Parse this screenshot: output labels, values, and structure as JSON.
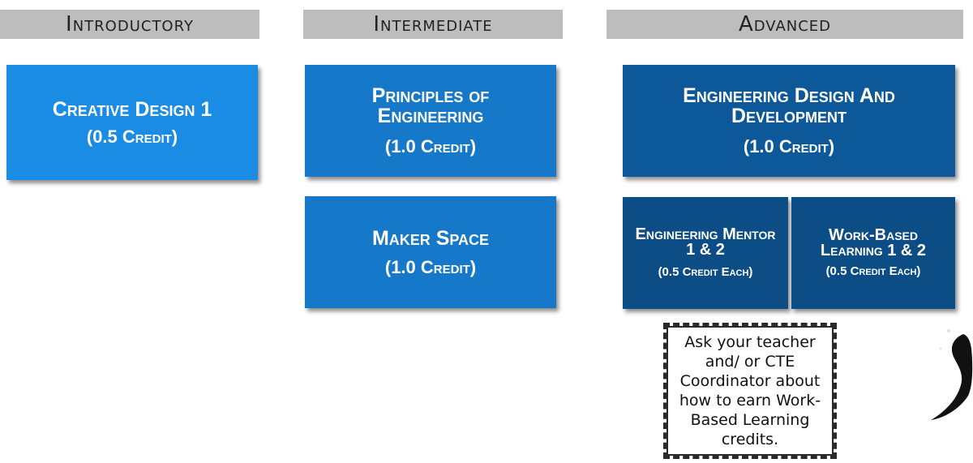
{
  "columns": [
    {
      "header": "Introductory"
    },
    {
      "header": "Intermediate"
    },
    {
      "header": "Advanced"
    }
  ],
  "courses": {
    "creative_design": {
      "title": "Creative Design 1",
      "credit": "(0.5 Credit)"
    },
    "principles": {
      "title": "Principles of Engineering",
      "credit": "(1.0 Credit)"
    },
    "maker_space": {
      "title": "Maker Space",
      "credit": "(1.0 Credit)"
    },
    "edd": {
      "title": "Engineering Design And Development",
      "credit": "(1.0 Credit)"
    },
    "mentor": {
      "title": "Engineering Mentor 1 & 2",
      "credit": "(0.5 Credit Each)"
    },
    "wbl": {
      "title": "Work-Based Learning 1 & 2",
      "credit": "(0.5 Credit Each)"
    }
  },
  "note": {
    "text": "Ask your teacher and/ or CTE Coordinator about how to earn Work-Based Learning credits."
  },
  "colors": {
    "header_bg": "#bdbdbd",
    "box_light": "#1a8ce4",
    "box_mid": "#1578c8",
    "box_dark": "#0d5898",
    "box_darker": "#0c4d86"
  },
  "icons": {
    "decoration": "ink-brush-icon"
  }
}
